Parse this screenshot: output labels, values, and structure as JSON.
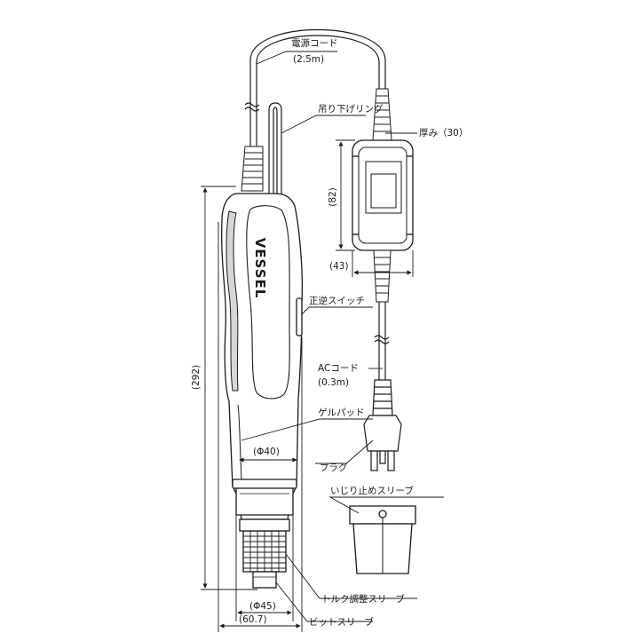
{
  "brand_logo": "VESSEL",
  "labels": {
    "power_cord": "電源コード",
    "power_cord_length": "(2.5m)",
    "hanging_ring": "吊り下げリング",
    "thickness": "厚み（30）",
    "switch": "正逆スイッチ",
    "ac_cord": "ACコード",
    "ac_cord_length": "(0.3m)",
    "gel_pad": "ゲルパッド",
    "plug": "プラグ",
    "anti_rotation_sleeve": "いじり止めスリーブ",
    "torque_sleeve": "トルク調整スリーブ",
    "bit_sleeve": "ビットスリーブ"
  },
  "dimensions": {
    "height": "(292)",
    "box_height": "(82)",
    "box_width": "(43)",
    "grip_diameter": "(Φ40)",
    "nose_diameter": "(Φ45)",
    "total_width": "(60.7)"
  },
  "colors": {
    "line": "#1a1a1a",
    "fill": "#ffffff",
    "shade": "#cfcfcf"
  }
}
